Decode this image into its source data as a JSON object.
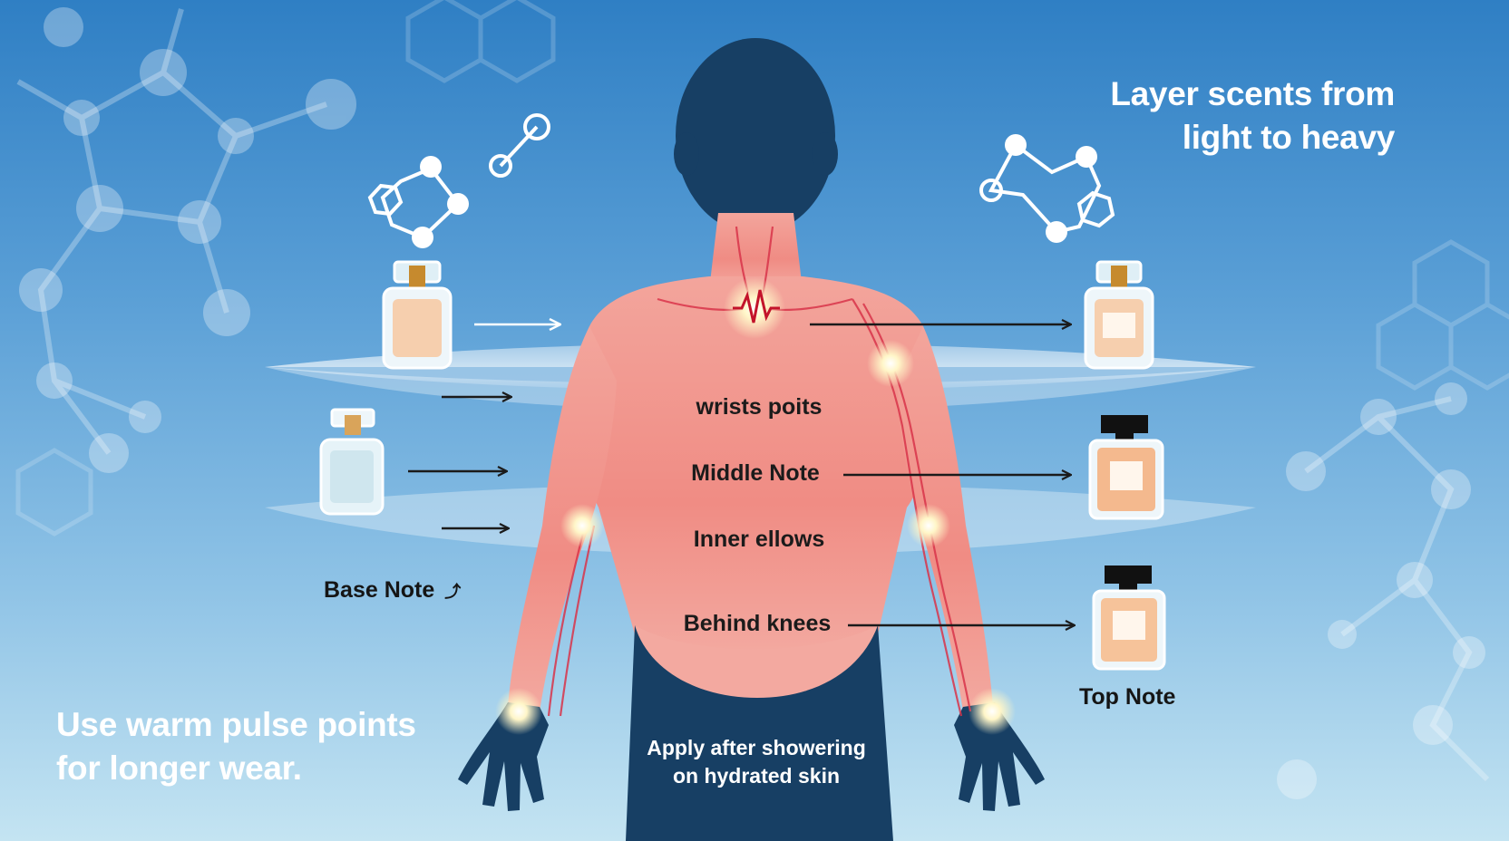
{
  "header_tip": {
    "line1": "Layer scents from",
    "line2": "light to heavy"
  },
  "body_labels": {
    "wrists": "wrists poits",
    "middle_note": "Middle Note",
    "elbows": "Inner ellows",
    "knees": "Behind knees"
  },
  "side_labels": {
    "base_note": "Base Note",
    "top_note": "Top Note"
  },
  "bottom_left_tip": {
    "line1": "Use warm pulse points",
    "line2": "for longer wear."
  },
  "bottom_center_tip": {
    "line1": "Apply after showering",
    "line2": "on hydrated skin"
  },
  "colors": {
    "background_top": "#2f7fc4",
    "background_bottom": "#c4e4f2",
    "silhouette": "#173f64",
    "skin_warm": "#f08c84",
    "pulse_glow": "#fff6c8",
    "arrow": "#1b1b1b",
    "bottle_liquid_light": "#f6cfae",
    "bottle_liquid_pale": "#cfe6ee",
    "bottle_liquid_amber": "#f4b98e"
  },
  "icons": {
    "molecule": "molecule-icon",
    "perfume_bottle": "perfume-bottle-icon",
    "heartbeat": "heartbeat-icon",
    "pulse_point": "pulse-glow-icon",
    "arrow": "arrow-right-icon",
    "spray": "spray-icon"
  }
}
